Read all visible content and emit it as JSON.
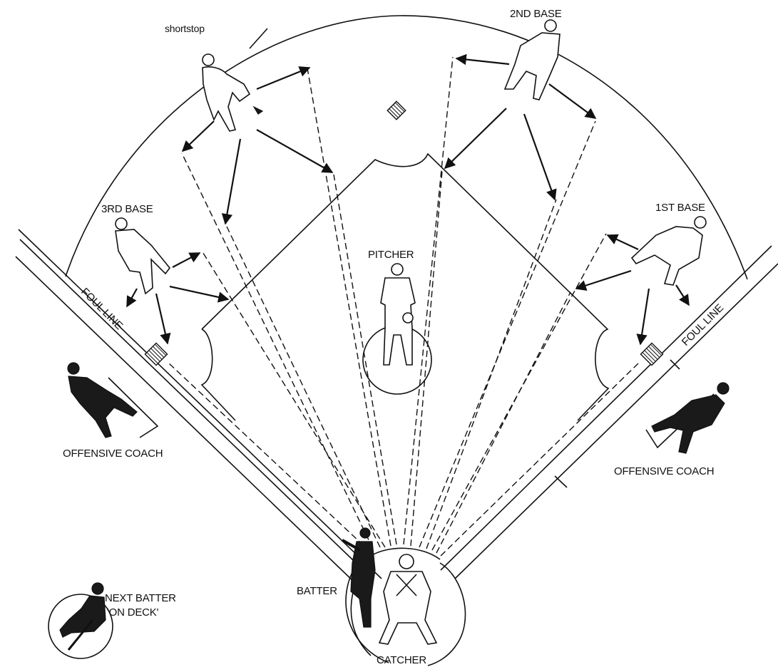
{
  "labels": {
    "shortstop": "shortstop",
    "second_base": "2ND BASE",
    "third_base": "3RD BASE",
    "first_base": "1ST BASE",
    "pitcher": "PITCHER",
    "foul_line_left": "FOUL LINE",
    "foul_line_right": "FOUL LINE",
    "offensive_coach_left": "OFFENSIVE COACH",
    "offensive_coach_right": "OFFENSIVE COACH",
    "batter": "BATTER",
    "catcher": "CATCHER",
    "next_batter_line1": "NEXT BATTER",
    "next_batter_line2": "'ON DECK'"
  }
}
